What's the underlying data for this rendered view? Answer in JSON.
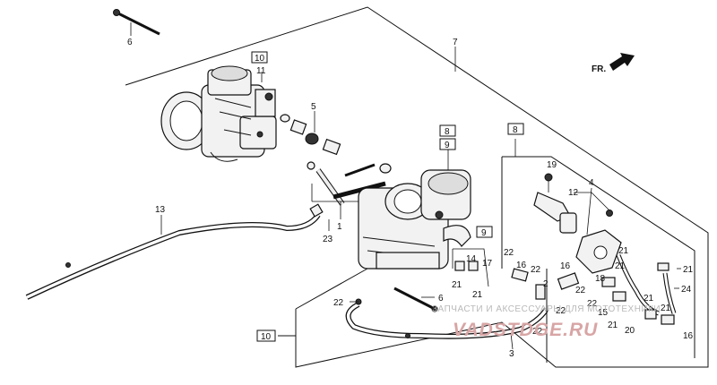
{
  "diagram": {
    "callouts": [
      {
        "id": "c6a",
        "text": "6"
      },
      {
        "id": "c7",
        "text": "7"
      },
      {
        "id": "c10a",
        "text": "10"
      },
      {
        "id": "c11",
        "text": "11"
      },
      {
        "id": "c5",
        "text": "5"
      },
      {
        "id": "c8a",
        "text": "8"
      },
      {
        "id": "c9a",
        "text": "9"
      },
      {
        "id": "c8b",
        "text": "8"
      },
      {
        "id": "c19",
        "text": "19"
      },
      {
        "id": "c12",
        "text": "12"
      },
      {
        "id": "c4",
        "text": "4"
      },
      {
        "id": "c13",
        "text": "13"
      },
      {
        "id": "c1",
        "text": "1"
      },
      {
        "id": "c23",
        "text": "23"
      },
      {
        "id": "c9b",
        "text": "9"
      },
      {
        "id": "c14",
        "text": "14"
      },
      {
        "id": "c17",
        "text": "17"
      },
      {
        "id": "c21a",
        "text": "21"
      },
      {
        "id": "c21b",
        "text": "21"
      },
      {
        "id": "c22a",
        "text": "22"
      },
      {
        "id": "c16a",
        "text": "16"
      },
      {
        "id": "c22b",
        "text": "22"
      },
      {
        "id": "c2",
        "text": "2"
      },
      {
        "id": "c16b",
        "text": "16"
      },
      {
        "id": "c22c",
        "text": "22"
      },
      {
        "id": "c18",
        "text": "18"
      },
      {
        "id": "c21c",
        "text": "21"
      },
      {
        "id": "c21d",
        "text": "21"
      },
      {
        "id": "c21e",
        "text": "21"
      },
      {
        "id": "c24",
        "text": "24"
      },
      {
        "id": "c6b",
        "text": "6"
      },
      {
        "id": "c22d",
        "text": "22"
      },
      {
        "id": "c22e",
        "text": "22"
      },
      {
        "id": "c22f",
        "text": "22"
      },
      {
        "id": "c22g",
        "text": "22"
      },
      {
        "id": "c15",
        "text": "15"
      },
      {
        "id": "c21f",
        "text": "21"
      },
      {
        "id": "c21g",
        "text": "21"
      },
      {
        "id": "c20",
        "text": "20"
      },
      {
        "id": "c21h",
        "text": "21"
      },
      {
        "id": "c16c",
        "text": "16"
      },
      {
        "id": "c10b",
        "text": "10"
      },
      {
        "id": "c3",
        "text": "3"
      }
    ],
    "direction_label": "FR.",
    "watermark_text": "ЗАПЧАСТИ И АКСЕССУАРЫ ДЛЯ МОТОТЕХНИКИ",
    "watermark_logo": "VADSTDGE.RU",
    "colors": {
      "line": "#111111",
      "watermark": "#b9b9b9",
      "logo": "#d8a5a5"
    }
  }
}
